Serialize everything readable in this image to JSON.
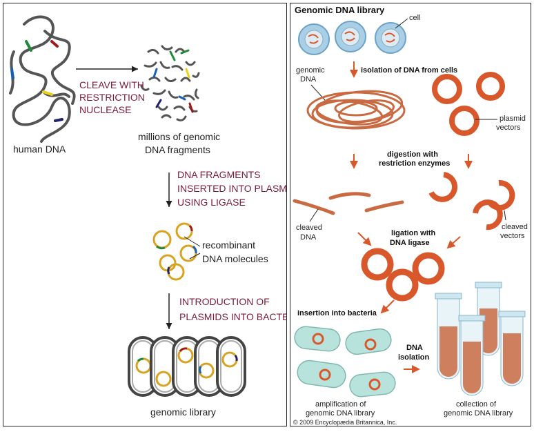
{
  "left": {
    "human_dna": "human DNA",
    "step1": [
      "CLEAVE WITH",
      "RESTRICTION",
      "NUCLEASE"
    ],
    "fragments": [
      "millions of genomic",
      "DNA fragments"
    ],
    "step2": [
      "DNA FRAGMENTS",
      "INSERTED INTO PLASMIDS",
      "USING LIGASE"
    ],
    "recombinant": [
      "recombinant",
      "DNA molecules"
    ],
    "step3": [
      "INTRODUCTION OF",
      "PLASMIDS INTO BACTERIA"
    ],
    "library": "genomic library"
  },
  "right": {
    "title": "Genomic DNA library",
    "cell": "cell",
    "genomic_dna": [
      "genomic",
      "DNA"
    ],
    "isolation": "isolation of DNA from cells",
    "plasmid": [
      "plasmid",
      "vectors"
    ],
    "digestion": [
      "digestion with",
      "restriction enzymes"
    ],
    "cleaved_dna": [
      "cleaved",
      "DNA"
    ],
    "cleaved_vectors": [
      "cleaved",
      "vectors"
    ],
    "ligation": [
      "ligation with",
      "DNA ligase"
    ],
    "insertion": "insertion into bacteria",
    "dna_isolation": [
      "DNA",
      "isolation"
    ],
    "amplification": [
      "amplification of",
      "genomic DNA library"
    ],
    "collection": [
      "collection of",
      "genomic DNA library"
    ],
    "copyright": "© 2009 Encyclopædia Britannica, Inc."
  },
  "colors": {
    "maroon": "#7a1a3a",
    "orange": "#d9582b",
    "plasmid_gold": "#d9a21f",
    "cell_blue": "#a9cfe6",
    "bacteria_teal": "#b8e3dc"
  }
}
